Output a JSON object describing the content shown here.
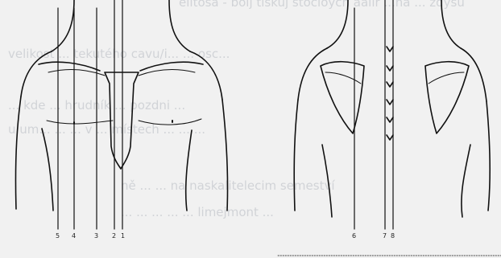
{
  "document": {
    "ghost_lines": [
      "elitosa - bolj tiskuj stocioych aalir ...na ... zdysu",
      "velikost ... tekutého cavu/i... ... osc...",
      "... kde ... hrudník ... pozdni ...",
      "u um... ... ... v ... místech ... ... ...",
      "ně ... ... na naskalitelecim semeství",
      "... ... ... ... ... limejmont ..."
    ],
    "figure": {
      "front_view_line_numbers": [
        "5",
        "4",
        "3",
        "2",
        "1"
      ],
      "back_view_line_numbers": [
        "6",
        "7",
        "8"
      ]
    }
  }
}
